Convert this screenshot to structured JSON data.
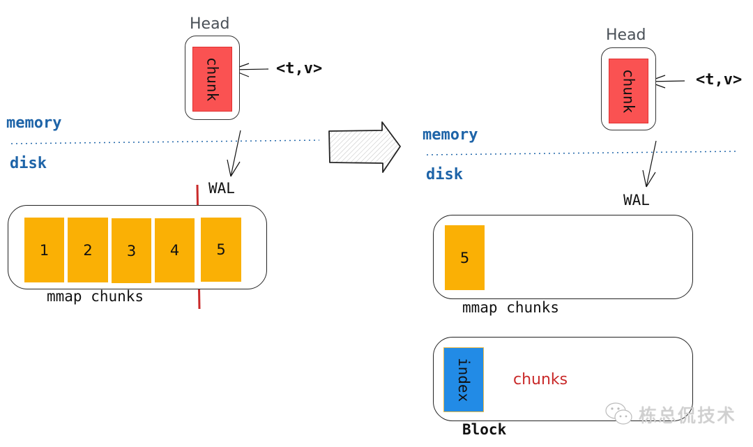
{
  "left": {
    "head_label": "Head",
    "head_chunk_label": "chunk",
    "sample_label": "<t,v>",
    "memory_label": "memory",
    "disk_label": "disk",
    "wal_label": "WAL",
    "mmap_chunks": [
      "1",
      "2",
      "3",
      "4",
      "5"
    ],
    "mmap_label": "mmap chunks"
  },
  "right": {
    "head_label": "Head",
    "head_chunk_label": "chunk",
    "sample_label": "<t,v>",
    "memory_label": "memory",
    "disk_label": "disk",
    "wal_label": "WAL",
    "mmap_chunks": [
      "5"
    ],
    "mmap_label": "mmap chunks",
    "block_index_label": "index",
    "block_chunks_label": "chunks",
    "block_label": "Block"
  },
  "watermark": "栋总侃技术",
  "colors": {
    "head_chunk": "#fa5252",
    "mmap_chunk": "#fab005",
    "index": "#228be6",
    "memory_disk_text": "#1e64a8",
    "cut_line": "#c92a2a",
    "block_chunks_text": "#c92a2a"
  }
}
